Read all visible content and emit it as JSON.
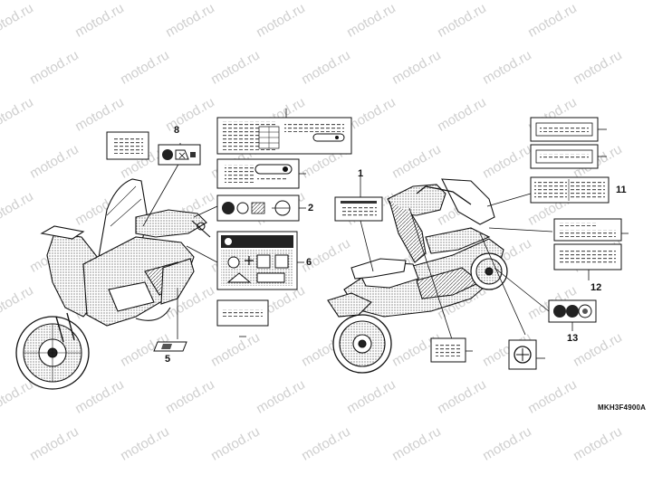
{
  "diagram": {
    "part_code": "MKH3F4900A",
    "watermark": "motod.ru",
    "callouts": [
      {
        "id": "1",
        "label": "1"
      },
      {
        "id": "2",
        "label": "2"
      },
      {
        "id": "5",
        "label": "5"
      },
      {
        "id": "6",
        "label": "6"
      },
      {
        "id": "8",
        "label": "8"
      },
      {
        "id": "11",
        "label": "11"
      },
      {
        "id": "12",
        "label": "12"
      },
      {
        "id": "13",
        "label": "13"
      }
    ]
  }
}
